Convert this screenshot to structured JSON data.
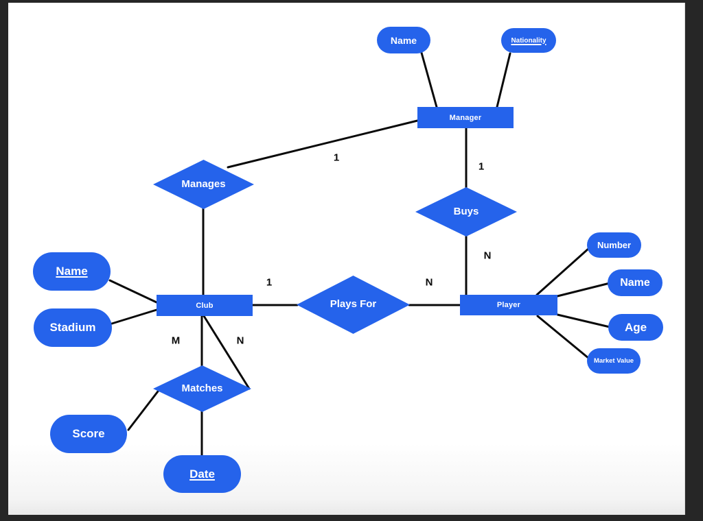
{
  "diagram": {
    "entities": {
      "manager": "Manager",
      "club": "Club",
      "player": "Player"
    },
    "relationships": {
      "manages": "Manages",
      "buys": "Buys",
      "plays_for": "Plays For",
      "matches": "Matches"
    },
    "attributes": {
      "manager_name": "Name",
      "manager_nationality": "Nationality",
      "club_name": "Name",
      "club_stadium": "Stadium",
      "player_number": "Number",
      "player_name": "Name",
      "player_age": "Age",
      "player_market_value": "Market Value",
      "matches_score": "Score",
      "matches_date": "Date"
    },
    "key_attributes": [
      "manager_nationality",
      "club_name",
      "matches_date"
    ],
    "cardinalities": {
      "manages_manager": "1",
      "manager_buys": "1",
      "buys_player": "N",
      "club_plays_for": "1",
      "plays_for_player": "N",
      "club_matches_m": "M",
      "club_matches_n": "N"
    },
    "colors": {
      "shape_fill": "#2563eb",
      "connector": "#0a0a0a",
      "canvas_bg": "#ffffff",
      "frame_bg": "#262626"
    }
  }
}
